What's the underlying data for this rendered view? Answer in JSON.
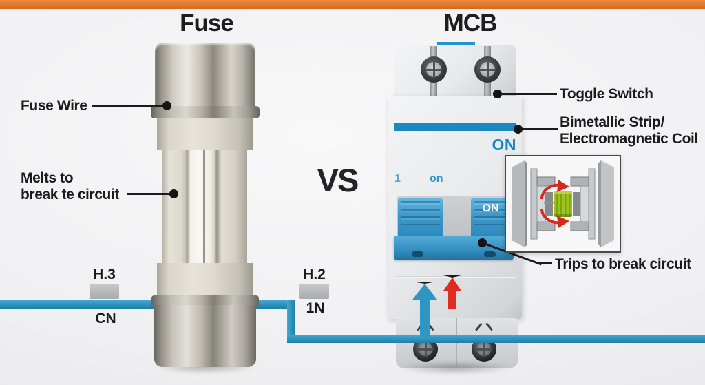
{
  "header": {
    "fuse_title": "Fuse",
    "mcb_title": "MCB",
    "versus": "VS"
  },
  "fuse": {
    "label_fuse_wire": "Fuse Wire",
    "label_melts_line1": "Melts to",
    "label_melts_line2": "break te circuit"
  },
  "mcb": {
    "label_toggle_switch": "Toggle Switch",
    "label_bimetallic_line1": "Bimetallic Strip/",
    "label_bimetallic_line2": "Electromagnetic Coil",
    "label_trips": "Trips to break circuit",
    "status_on": "ON",
    "pole_number": "1",
    "pole_on": "on",
    "toggle_on": "ON"
  },
  "wires": {
    "live_left_tag": "H.3",
    "neutral_left_tag": "CN",
    "live_right_tag": "H.2",
    "neutral_right_tag": "1N"
  },
  "colors": {
    "live_wire_orange": "#E5792E",
    "neutral_wire_blue": "#2E96C2",
    "mcb_accent_blue": "#1E87BD",
    "trip_arrow_red": "#E02B20",
    "coil_green": "#9FC322",
    "label_text": "#1B1B1B",
    "background": "#F0F0F2"
  },
  "icons": {
    "terminal_screw": "screw-icon",
    "flow_arrow_blue": "up-arrow-icon",
    "trip_arrow_red": "up-arrow-icon",
    "rotation_arrows": "rotate-arrows-icon"
  }
}
